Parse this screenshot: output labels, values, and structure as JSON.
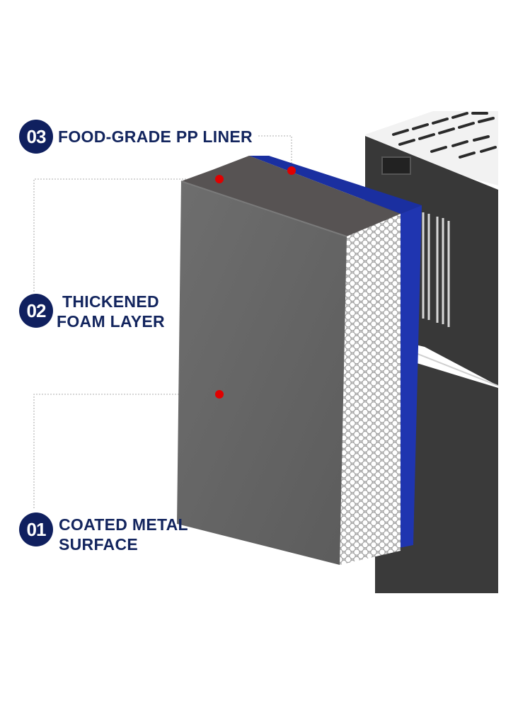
{
  "colors": {
    "badge": "#10205f",
    "label_text": "#13255e",
    "marker": "#e00000",
    "liner": "#1a2fa0",
    "panel_front": "#666666",
    "panel_top": "#565252",
    "cabinet": "#3c3c3c",
    "leader_line": "#b8b8b8"
  },
  "layers": [
    {
      "number": "03",
      "lines": [
        "FOOD-GRADE PP LINER"
      ]
    },
    {
      "number": "02",
      "lines": [
        "THICKENED",
        "FOAM LAYER"
      ]
    },
    {
      "number": "01",
      "lines": [
        "COATED METAL",
        "SURFACE"
      ]
    }
  ]
}
